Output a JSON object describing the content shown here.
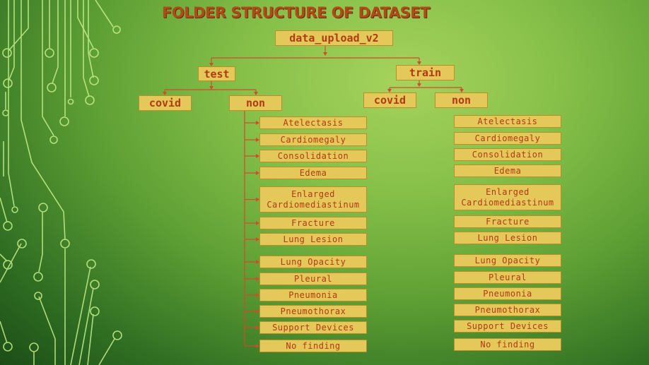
{
  "title": "FOLDER STRUCTURE OF DATASET",
  "root": "data_upload_v2",
  "test": {
    "label": "test",
    "covid": "covid",
    "non": "non",
    "classes": [
      "Atelectasis",
      "Cardiomegaly",
      "Consolidation",
      "Edema",
      "Enlarged Cardiomediastinum",
      "Fracture",
      "Lung Lesion",
      "Lung Opacity",
      "Pleural",
      "Pneumonia",
      "Pneumothorax",
      "Support Devices",
      "No finding"
    ]
  },
  "train": {
    "label": "train",
    "covid": "covid",
    "non": "non",
    "classes": [
      "Atelectasis",
      "Cardiomegaly",
      "Consolidation",
      "Edema",
      "Enlarged Cardiomediastinum",
      "Fracture",
      "Lung Lesion",
      "Lung Opacity",
      "Pleural",
      "Pneumonia",
      "Pneumothorax",
      "Support Devices",
      "No finding"
    ]
  },
  "colors": {
    "box_fill": "#e4c85a",
    "box_text": "#b03a12",
    "connector": "#cf4d2b",
    "title": "#b04a16",
    "circuit": "#c6ef8a"
  }
}
